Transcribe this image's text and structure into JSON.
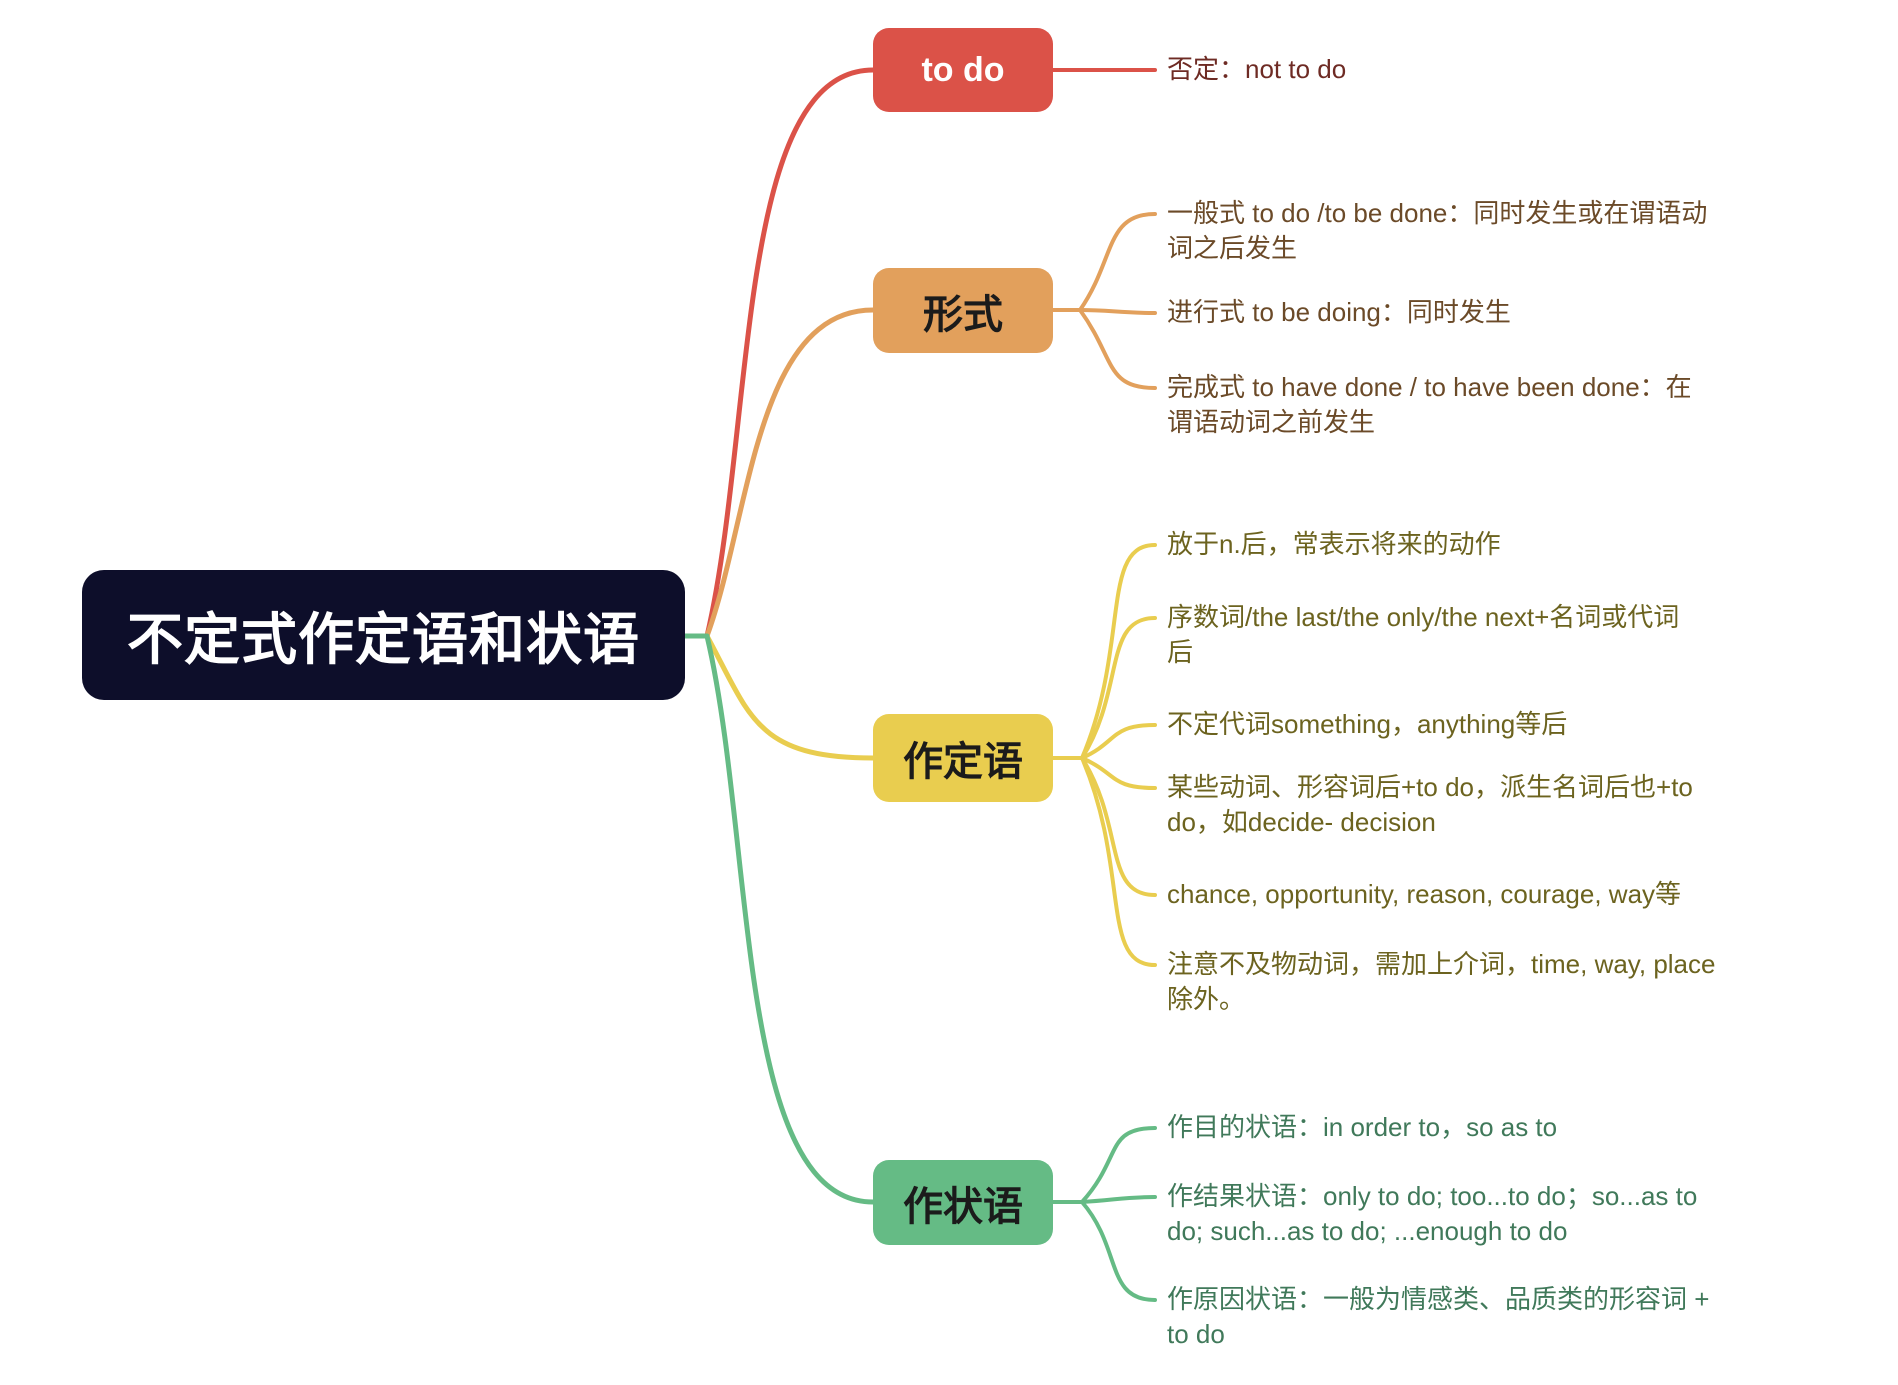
{
  "root": {
    "label": "不定式作定语和状语",
    "bg": "#0d0e2a",
    "text_color": "#ffffff"
  },
  "branches": [
    {
      "id": "to-do",
      "label": "to do",
      "color": "#db5248",
      "node_text_color": "#ffffff",
      "child_text_color": "#6e2b24",
      "children": [
        {
          "text": "否定：not to do"
        }
      ]
    },
    {
      "id": "form",
      "label": "形式",
      "color": "#e2a05c",
      "node_text_color": "#1b1b1b",
      "child_text_color": "#6b4a28",
      "children": [
        {
          "text": "一般式 to do /to be done：同时发生或在谓语动\n词之后发生"
        },
        {
          "text": "进行式 to be doing：同时发生"
        },
        {
          "text": "完成式 to have done / to have been done：在\n谓语动词之前发生"
        }
      ]
    },
    {
      "id": "attributive",
      "label": "作定语",
      "color": "#e9cd4f",
      "node_text_color": "#1b1b1b",
      "child_text_color": "#6c631f",
      "children": [
        {
          "text": "放于n.后，常表示将来的动作"
        },
        {
          "text": "序数词/the last/the only/the next+名词或代词\n后"
        },
        {
          "text": "不定代词something，anything等后"
        },
        {
          "text": "某些动词、形容词后+to do，派生名词后也+to\ndo，如decide- decision"
        },
        {
          "text": "chance, opportunity, reason, courage, way等"
        },
        {
          "text": "注意不及物动词，需加上介词，time, way, place\n除外。"
        }
      ]
    },
    {
      "id": "adverbial",
      "label": "作状语",
      "color": "#65bb85",
      "node_text_color": "#1b1b1b",
      "child_text_color": "#40795a",
      "children": [
        {
          "text": "作目的状语：in order to，so as to"
        },
        {
          "text": "作结果状语：only to do; too...to do；so...as to\ndo; such...as to do; ...enough to do"
        },
        {
          "text": "作原因状语：一般为情感类、品质类的形容词 +\nto do"
        }
      ]
    }
  ]
}
